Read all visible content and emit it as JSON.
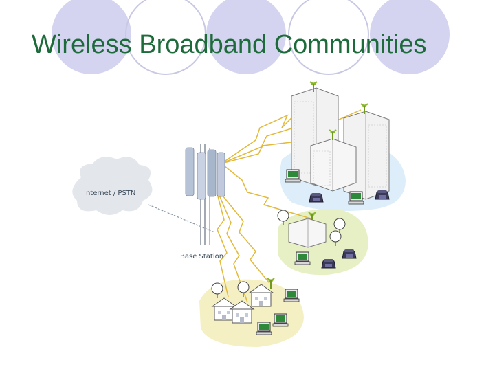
{
  "title": "Wireless Broadband Communities",
  "labels": {
    "cloud": "Internet / PSTN",
    "base_station": "Base Station"
  },
  "colors": {
    "title": "#1d6b3a",
    "deco_circle_fill": "#d4d4f0",
    "deco_circle_stroke": "#c8c8e4",
    "wireless_link": "#e2b93a",
    "ground_business": "#ddeefa",
    "ground_campus": "#e6f0c4",
    "ground_homes": "#f4f0c4",
    "cloud": "#e3e6ea"
  },
  "icons": [
    "antenna-icon",
    "computer-icon",
    "phone-icon",
    "building-icon",
    "house-icon",
    "tree-icon",
    "cloud-icon",
    "tower-icon"
  ]
}
